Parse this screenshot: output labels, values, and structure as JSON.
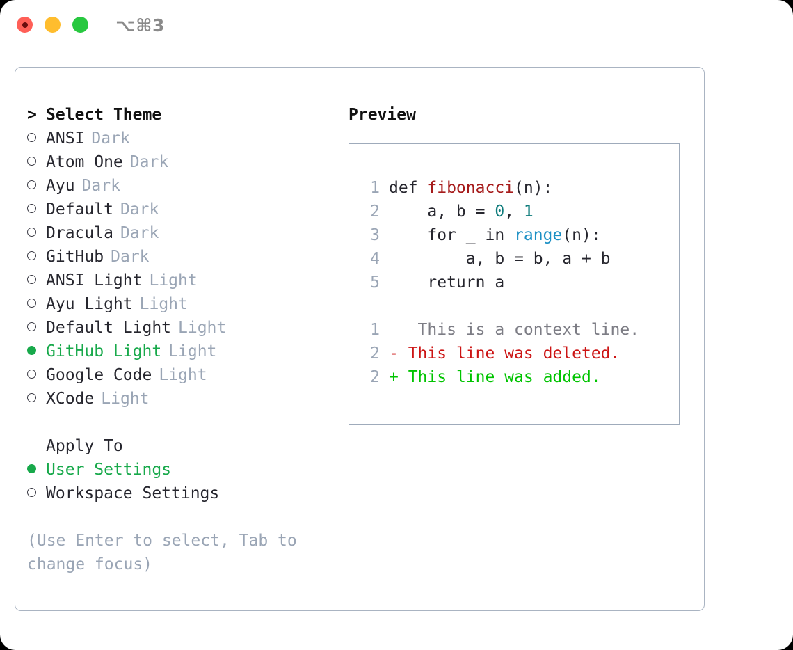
{
  "titlebar": {
    "shortcut": "⌥⌘3",
    "lights": [
      {
        "name": "close",
        "color": "#ff5f57"
      },
      {
        "name": "minimize",
        "color": "#ffbd2e"
      },
      {
        "name": "maximize",
        "color": "#28c840"
      }
    ]
  },
  "theme_list": {
    "caret": ">",
    "heading": "Select Theme",
    "items": [
      {
        "label": "ANSI",
        "kind": "Dark",
        "selected": false
      },
      {
        "label": "Atom One",
        "kind": "Dark",
        "selected": false
      },
      {
        "label": "Ayu",
        "kind": "Dark",
        "selected": false
      },
      {
        "label": "Default",
        "kind": "Dark",
        "selected": false
      },
      {
        "label": "Dracula",
        "kind": "Dark",
        "selected": false
      },
      {
        "label": "GitHub",
        "kind": "Dark",
        "selected": false
      },
      {
        "label": "ANSI Light",
        "kind": "Light",
        "selected": false
      },
      {
        "label": "Ayu Light",
        "kind": "Light",
        "selected": false
      },
      {
        "label": "Default Light",
        "kind": "Light",
        "selected": false
      },
      {
        "label": "GitHub Light",
        "kind": "Light",
        "selected": true
      },
      {
        "label": "Google Code",
        "kind": "Light",
        "selected": false
      },
      {
        "label": "XCode",
        "kind": "Light",
        "selected": false
      }
    ]
  },
  "apply_to": {
    "heading": "Apply To",
    "items": [
      {
        "label": "User Settings",
        "selected": true
      },
      {
        "label": "Workspace Settings",
        "selected": false
      }
    ]
  },
  "hint": "(Use Enter to select, Tab to change focus)",
  "preview": {
    "title": "Preview",
    "code_lines": [
      {
        "num": "1",
        "segments": [
          {
            "text": "def ",
            "tok": "plain"
          },
          {
            "text": "fibonacci",
            "tok": "fn"
          },
          {
            "text": "(n):",
            "tok": "plain"
          }
        ]
      },
      {
        "num": "2",
        "segments": [
          {
            "text": "    a, b = ",
            "tok": "plain"
          },
          {
            "text": "0",
            "tok": "num"
          },
          {
            "text": ", ",
            "tok": "plain"
          },
          {
            "text": "1",
            "tok": "num"
          }
        ]
      },
      {
        "num": "3",
        "segments": [
          {
            "text": "    for _ in ",
            "tok": "plain"
          },
          {
            "text": "range",
            "tok": "call"
          },
          {
            "text": "(n):",
            "tok": "plain"
          }
        ]
      },
      {
        "num": "4",
        "segments": [
          {
            "text": "        a, b = b, a + b",
            "tok": "plain"
          }
        ]
      },
      {
        "num": "5",
        "segments": [
          {
            "text": "    return a",
            "tok": "plain"
          }
        ]
      }
    ],
    "diff_lines": [
      {
        "num": "1",
        "marker": " ",
        "text": "  This is a context line.",
        "kind": "context"
      },
      {
        "num": "2",
        "marker": "-",
        "text": " This line was deleted.",
        "kind": "deleted"
      },
      {
        "num": "2",
        "marker": "+",
        "text": " This line was added.",
        "kind": "added"
      }
    ]
  },
  "colors": {
    "selected_green": "#18a94b",
    "muted_label": "#9aa5b5",
    "function_red": "#a61b1b",
    "number_teal": "#0d7b7b",
    "call_blue": "#1a8fc4",
    "diff_deleted": "#cc1414",
    "diff_added": "#00c400",
    "border": "#aab4c2"
  }
}
